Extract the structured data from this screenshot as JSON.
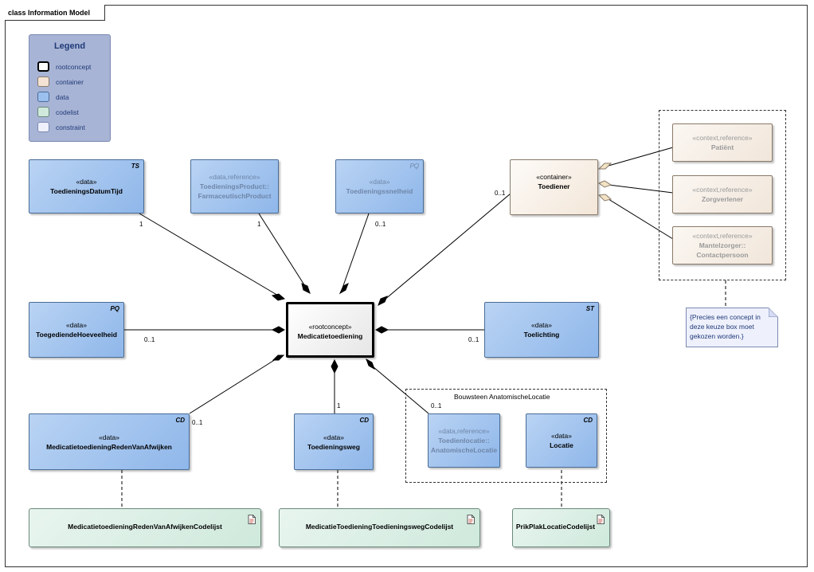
{
  "frame": {
    "title": "class Information Model"
  },
  "legend": {
    "title": "Legend",
    "items": [
      {
        "label": "rootconcept",
        "color": "#ffffff",
        "border": "#000000"
      },
      {
        "label": "container",
        "color": "#f4e3d4",
        "border": "#8a7a6a"
      },
      {
        "label": "data",
        "color": "#9cc0ee",
        "border": "#4a6c96"
      },
      {
        "label": "codelist",
        "color": "#cfe9dc",
        "border": "#6a8a7a"
      },
      {
        "label": "constraint",
        "color": "#eef0fc",
        "border": "#7c8ab2"
      }
    ]
  },
  "nodes": {
    "datumtijd": {
      "stereotype": "«data»",
      "name": "ToedieningsDatumTijd",
      "tag": "TS"
    },
    "product": {
      "stereotype": "«data,reference»",
      "name1": "ToedieningsProduct::",
      "name2": "FarmaceutischProduct"
    },
    "snelheid": {
      "stereotype": "«data»",
      "name": "Toedieningssnelheid",
      "tag": "PQ"
    },
    "toediener": {
      "stereotype": "«container»",
      "name": "Toediener"
    },
    "patient": {
      "stereotype": "«context,reference»",
      "name": "Patiënt"
    },
    "zorgverlener": {
      "stereotype": "«context,reference»",
      "name": "Zorgverlener"
    },
    "mantelzorger": {
      "stereotype": "«context,reference»",
      "name1": "Mantelzorger::",
      "name2": "Contactpersoon"
    },
    "root": {
      "stereotype": "«rootconcept»",
      "name": "Medicatietoediening"
    },
    "hoeveelheid": {
      "stereotype": "«data»",
      "name": "ToegediendeHoeveelheid",
      "tag": "PQ"
    },
    "toelichting": {
      "stereotype": "«data»",
      "name": "Toelichting",
      "tag": "ST"
    },
    "reden": {
      "stereotype": "«data»",
      "name": "MedicatietoedieningRedenVanAfwijken",
      "tag": "CD"
    },
    "weg": {
      "stereotype": "«data»",
      "name": "Toedieningsweg",
      "tag": "CD"
    },
    "anatomisch": {
      "stereotype": "«data,reference»",
      "name1": "Toedienlocatie::",
      "name2": "AnatomischeLocatie"
    },
    "locatie": {
      "stereotype": "«data»",
      "name": "Locatie",
      "tag": "CD"
    },
    "reden_codelijst": {
      "name": "MedicatietoedieningRedenVanAfwijkenCodelijst"
    },
    "weg_codelijst": {
      "name": "MedicatieToedieningToedieningswegCodelijst"
    },
    "locatie_codelijst": {
      "name": "PrikPlakLocatieCodelijst"
    }
  },
  "multiplicities": {
    "datumtijd": "1",
    "product": "1",
    "snelheid": "0..1",
    "toediener": "0..1",
    "hoeveelheid": "0..1",
    "toelichting": "0..1",
    "reden": "0..1",
    "weg": "1",
    "anatomisch": "0..1"
  },
  "group": {
    "label": "Bouwsteen AnatomischeLocatie"
  },
  "note": {
    "text": "{Precies een concept in deze keuze box moet gekozen worden.}"
  }
}
